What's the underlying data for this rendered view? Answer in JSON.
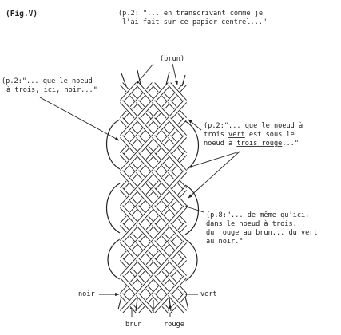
{
  "figure_label": "(Fig.V)",
  "caption": {
    "line1": "(p.2: \"... en transcrivant comme je",
    "line2": "l'ai fait sur ce papier centrel...\""
  },
  "annotations": {
    "top_label": "(brun)",
    "left_note": {
      "line1": "(p.2:\"... que le noeud",
      "line2_prefix": "à trois, ici, ",
      "line2_emphasis": "noir",
      "line2_suffix": "...\""
    },
    "right_note_1": {
      "line1": "(p.2:\"... que le noeud à",
      "line2_prefix": "trois ",
      "line2_emphasis": "vert",
      "line2_suffix": " est sous le",
      "line3_prefix": "noeud à ",
      "line3_emphasis": "trois rouge",
      "line3_suffix": "...\""
    },
    "right_note_2": {
      "line1": "(p.8:\"... de même qu'ici,",
      "line2": "dans le noeud à trois...",
      "line3": "du rouge au brun... du vert",
      "line4": "au noir.\""
    }
  },
  "strand_labels": {
    "noir": "noir",
    "vert": "vert",
    "brun": "brun",
    "rouge": "rouge"
  },
  "colors": {
    "ink": "#222222",
    "paper": "#ffffff"
  }
}
